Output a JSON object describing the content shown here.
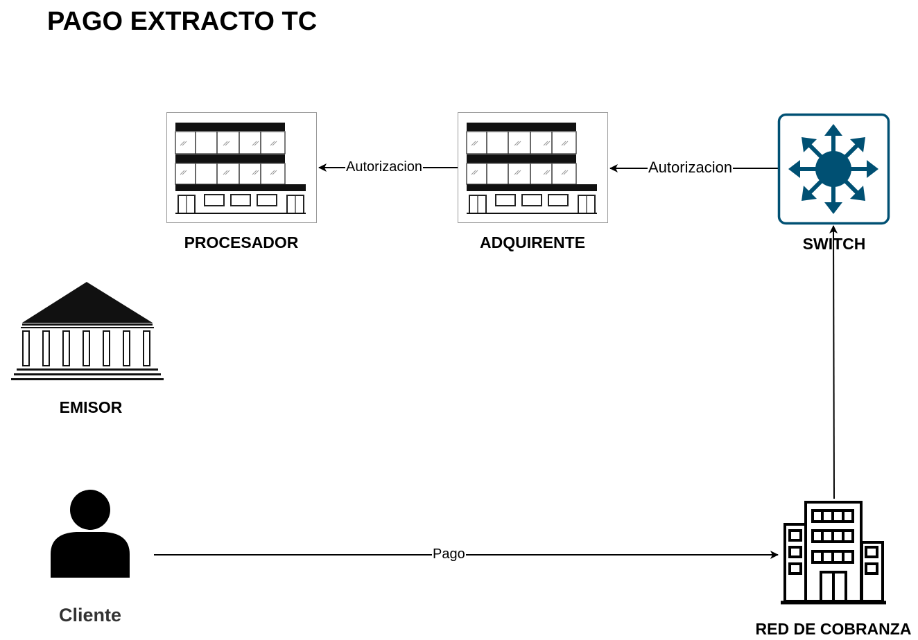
{
  "diagram": {
    "title": "PAGO EXTRACTO TC",
    "nodes": {
      "procesador": {
        "label": "PROCESADOR",
        "icon": "office-building-icon"
      },
      "adquirente": {
        "label": "ADQUIRENTE",
        "icon": "office-building-icon"
      },
      "switch": {
        "label": "SWITCH",
        "icon": "network-switch-icon"
      },
      "emisor": {
        "label": "EMISOR",
        "icon": "bank-icon"
      },
      "cliente": {
        "label": "Cliente",
        "icon": "user-icon"
      },
      "red_cobranza": {
        "label": "RED DE COBRANZA",
        "icon": "city-building-icon"
      }
    },
    "edges": [
      {
        "from": "adquirente",
        "to": "procesador",
        "label": "Autorizacion"
      },
      {
        "from": "switch",
        "to": "adquirente",
        "label": "Autorizacion"
      },
      {
        "from": "red_cobranza",
        "to": "switch",
        "label": ""
      },
      {
        "from": "cliente",
        "to": "red_cobranza",
        "label": "Pago"
      }
    ],
    "colors": {
      "switch": "#005073",
      "line": "#000000"
    }
  }
}
